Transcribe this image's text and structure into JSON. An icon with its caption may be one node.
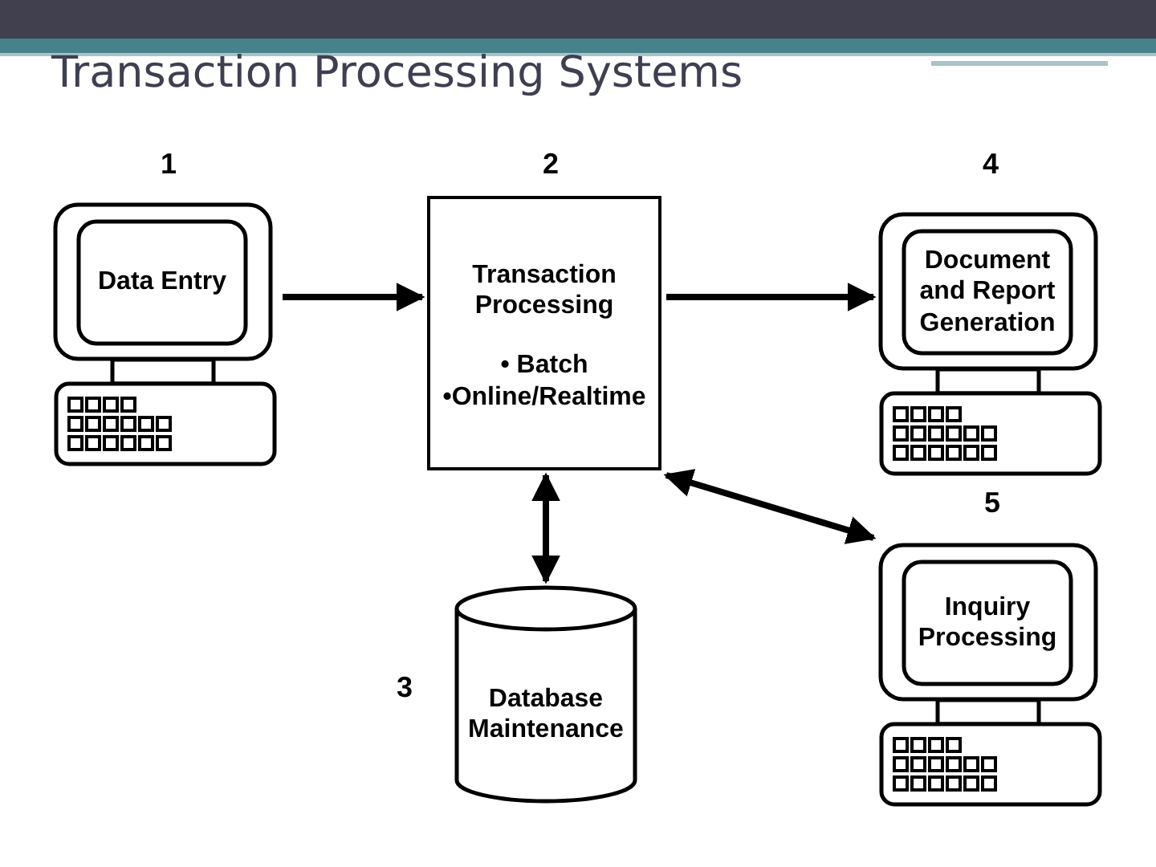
{
  "diagram": {
    "title": "Transaction Processing Systems",
    "nodes": [
      {
        "text": [
          "Data Entry"
        ],
        "beside": [
          "1"
        ]
      },
      {
        "text": [
          "Transaction Processing",
          "• Batch",
          "•Online/Realtime"
        ],
        "beside": [
          "2"
        ]
      },
      {
        "text": [
          "Document and Report Generation"
        ],
        "beside": [
          "4"
        ]
      },
      {
        "text": [
          "Inquiry Processing"
        ],
        "beside": [
          "5"
        ]
      },
      {
        "text": [
          "Database Maintenance"
        ],
        "beside": [
          "3"
        ]
      }
    ],
    "edges": [
      {
        "from": 0,
        "to": 1,
        "arrow": "to"
      },
      {
        "from": 1,
        "to": 2,
        "arrow": "to"
      },
      {
        "from": 1,
        "to": 3,
        "arrow": "both"
      },
      {
        "from": 1,
        "to": 4,
        "arrow": "both"
      }
    ]
  }
}
